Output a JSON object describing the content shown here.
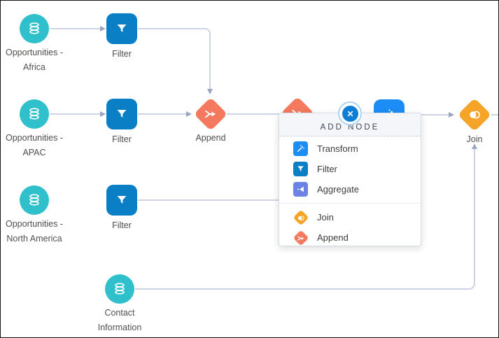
{
  "nodes": {
    "africa": {
      "label_line1": "Opportunities -",
      "label_line2": "Africa",
      "icon": "dataset-icon"
    },
    "filter1": {
      "label": "Filter",
      "icon": "filter-icon"
    },
    "apac": {
      "label_line1": "Opportunities -",
      "label_line2": "APAC",
      "icon": "dataset-icon"
    },
    "filter2": {
      "label": "Filter",
      "icon": "filter-icon"
    },
    "append1": {
      "label": "Append",
      "icon": "append-icon"
    },
    "na": {
      "label_line1": "Opportunities -",
      "label_line2": "North America",
      "icon": "dataset-icon"
    },
    "filter3": {
      "label": "Filter",
      "icon": "filter-icon"
    },
    "contact": {
      "label_line1": "Contact",
      "label_line2": "Information",
      "icon": "dataset-icon"
    },
    "join": {
      "label": "Join",
      "icon": "join-icon"
    },
    "hidden_append": {
      "icon": "append-icon"
    },
    "hidden_transform": {
      "icon": "transform-icon"
    }
  },
  "popup": {
    "title": "ADD NODE",
    "close_icon": "close-icon",
    "sections": [
      {
        "items": [
          {
            "label": "Transform",
            "icon": "transform-icon",
            "color": "#1b8df5"
          },
          {
            "label": "Filter",
            "icon": "filter-icon",
            "color": "#0b7fc6"
          },
          {
            "label": "Aggregate",
            "icon": "aggregate-icon",
            "color": "#6d83e3"
          }
        ]
      },
      {
        "items": [
          {
            "label": "Join",
            "icon": "join-icon",
            "color": "#f5a428"
          },
          {
            "label": "Append",
            "icon": "append-icon",
            "color": "#f4795e"
          }
        ]
      }
    ]
  },
  "colors": {
    "dataset_teal": "#2fc0cb",
    "filter_blue": "#0b7fc6",
    "transform_blue": "#1b8df5",
    "aggregate_indigo": "#6d83e3",
    "join_amber": "#f5a428",
    "append_coral": "#f4795e",
    "edge": "#cdd4e4",
    "arrowhead": "#9aa6c0",
    "close_blue": "#0d7ed8",
    "popup_header_bg": "#f4f6fa",
    "canvas_bg": "#ffffff"
  }
}
